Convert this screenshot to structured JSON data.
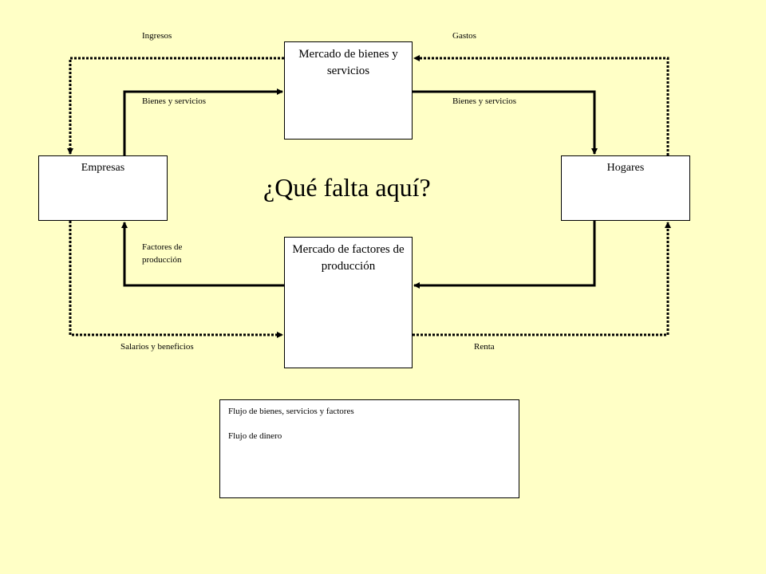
{
  "boxes": {
    "market_goods": "Mercado de bienes y servicios",
    "market_factors": "Mercado de factores de producción",
    "firms": "Empresas",
    "households": "Hogares"
  },
  "labels": {
    "ingresos": "Ingresos",
    "gastos": "Gastos",
    "bienes_left": "Bienes y servicios",
    "bienes_right": "Bienes y servicios",
    "factores_line1": "Factores de",
    "factores_line2": "producción",
    "salarios": "Salarios y beneficios",
    "renta": "Renta"
  },
  "question": "¿Qué falta aquí?",
  "legend": {
    "goods_flow": "Flujo de bienes, servicios y factores",
    "money_flow": "Flujo de dinero"
  }
}
